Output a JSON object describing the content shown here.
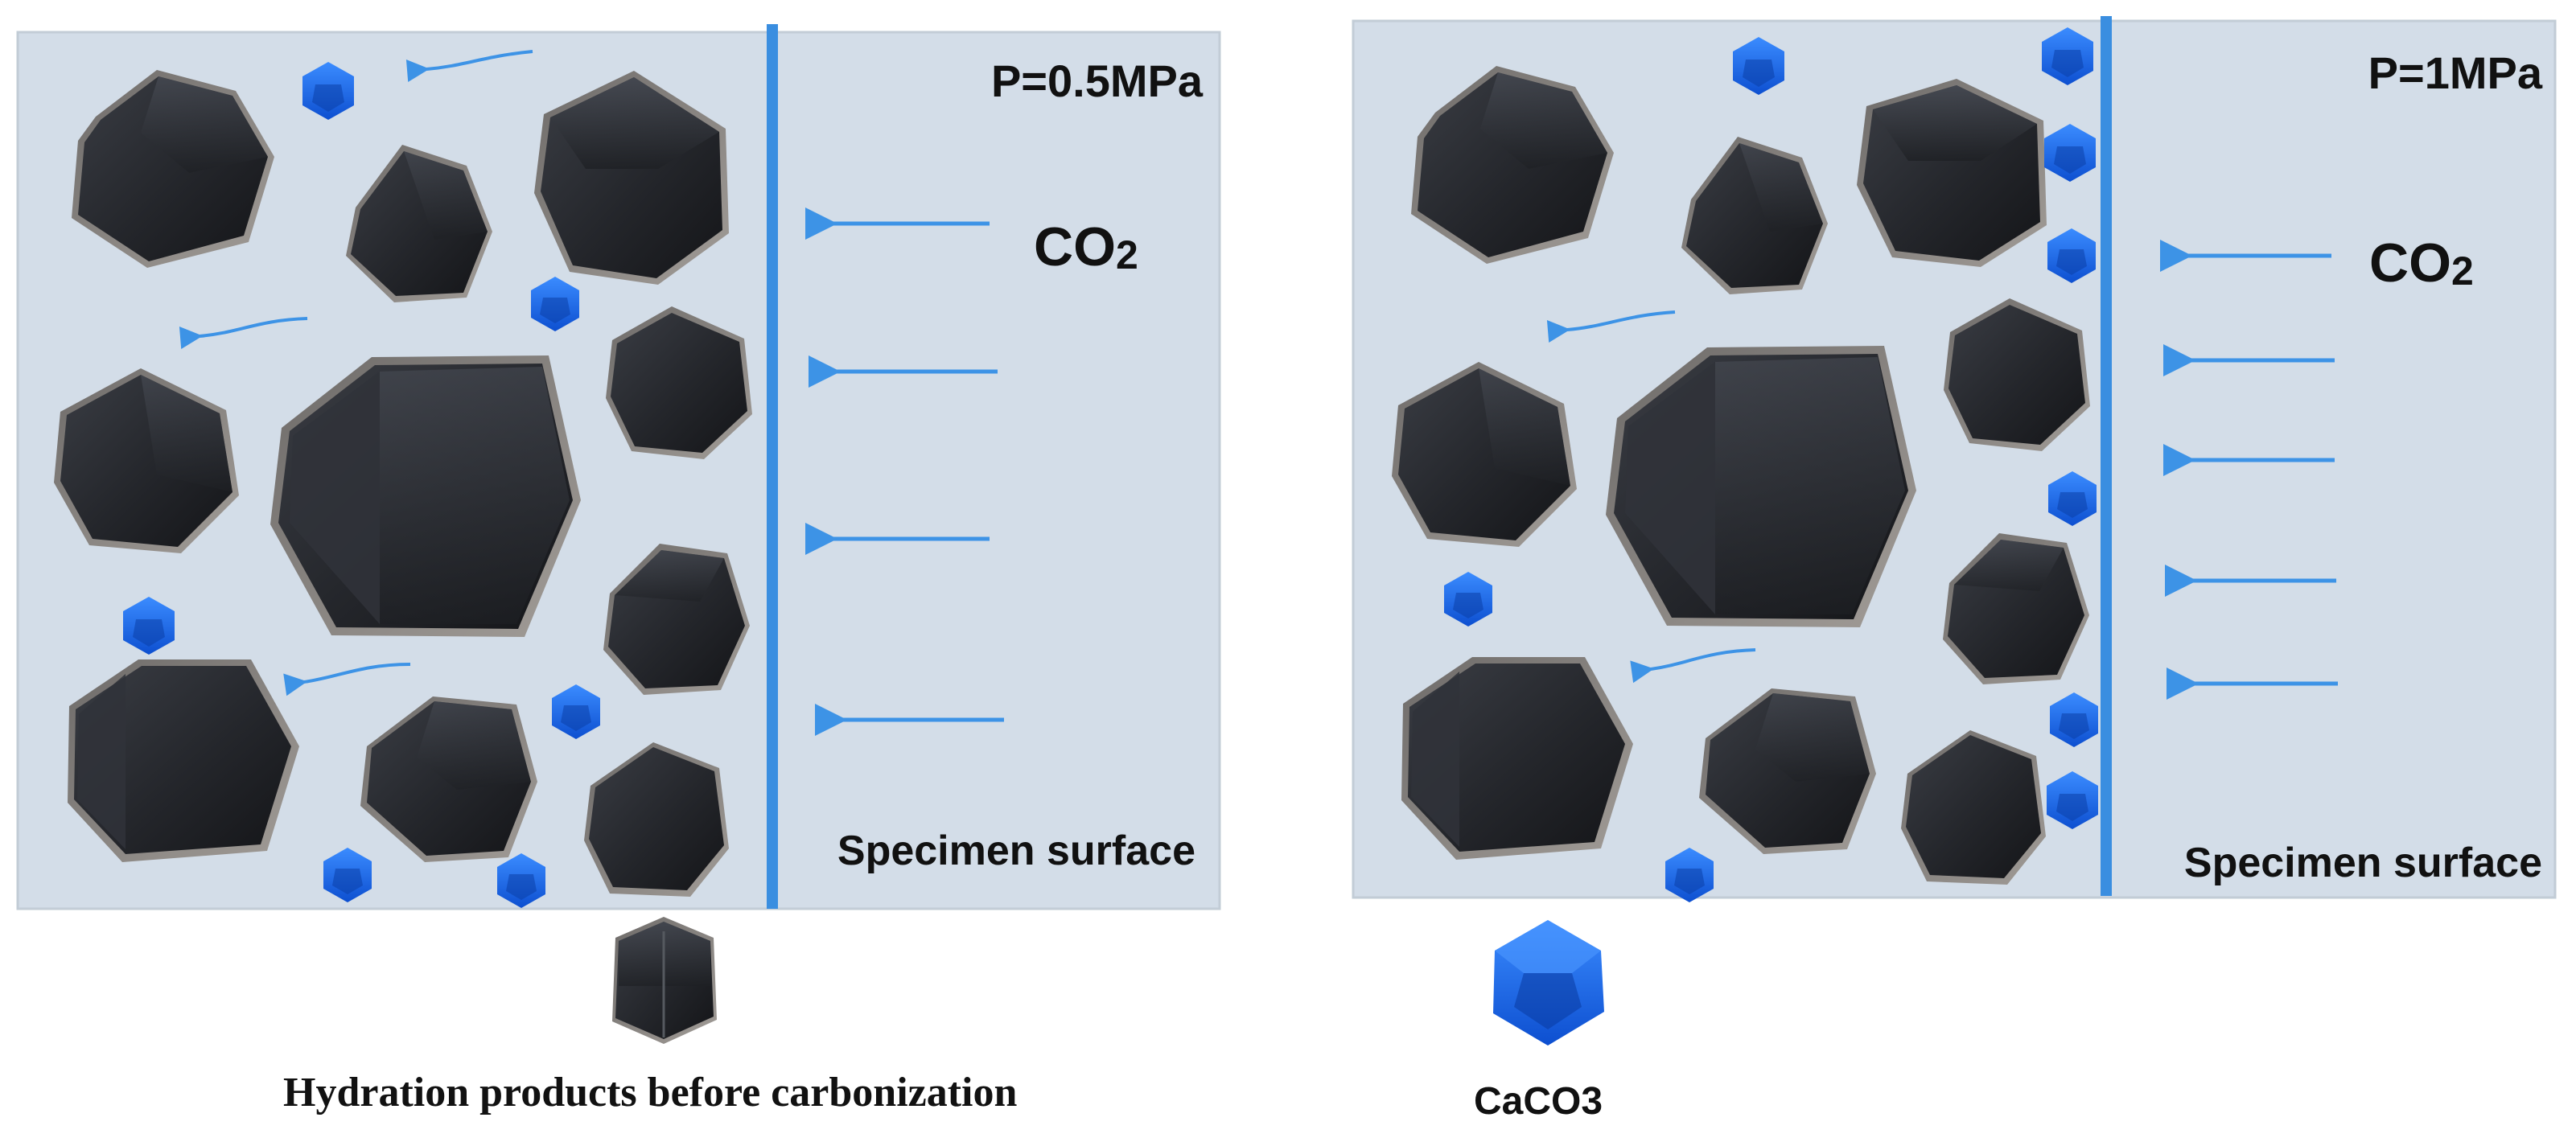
{
  "panels": [
    {
      "pressure_label": "P=0.5MPa",
      "gas_label": "CO",
      "gas_subscript": "2",
      "surface_label": "Specimen surface"
    },
    {
      "pressure_label": "P=1MPa",
      "gas_label": "CO",
      "gas_subscript": "2",
      "surface_label": "Specimen surface"
    }
  ],
  "legend": {
    "hydration_label": "Hydration products before carbonization",
    "caco3_label": "CaCO3"
  },
  "colors": {
    "panel_background": "#d3dde8",
    "panel_border": "#c2ccd6",
    "surface_line": "#3a8ee0",
    "arrow": "#3d93e6",
    "hydration_dark": "#2b2d31",
    "hydration_edge": "#8a8784",
    "caco3": "#1765e8"
  },
  "icons": {
    "hydration_product": "dark-polyhedron-icon",
    "caco3_crystal": "blue-polyhedron-icon",
    "flow_arrow": "left-arrow-icon"
  }
}
